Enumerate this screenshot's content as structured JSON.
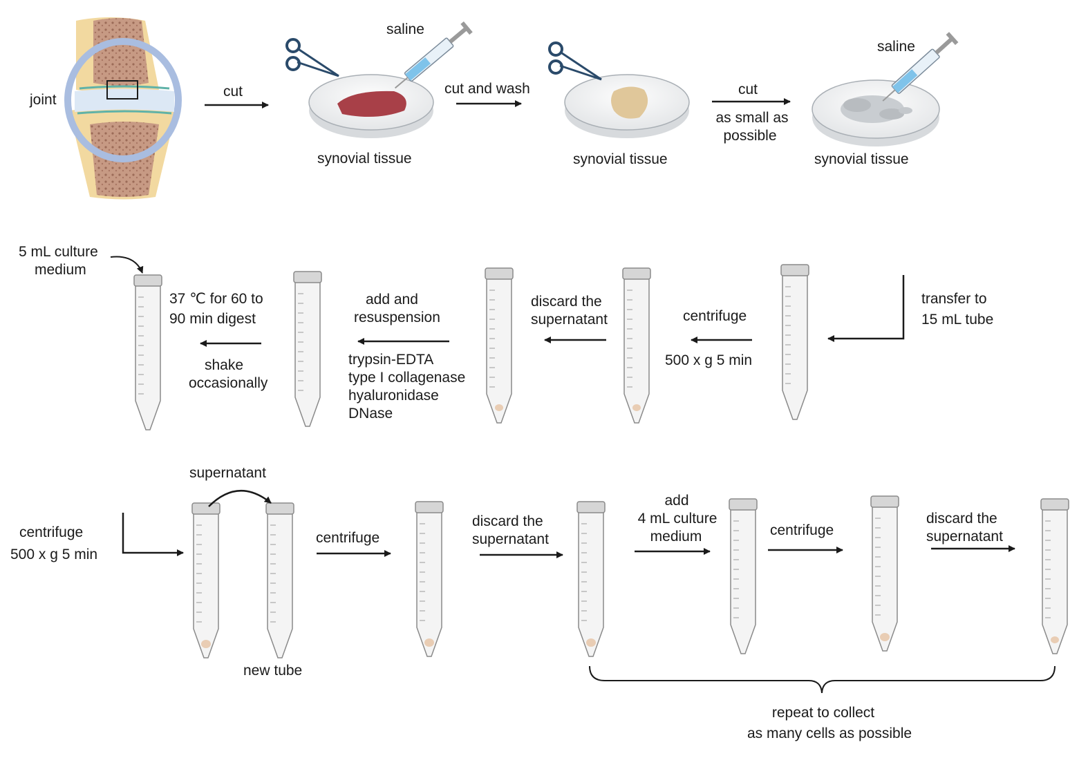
{
  "row1": {
    "joint_label": "joint",
    "cut_label": "cut",
    "saline_label_1": "saline",
    "tissue_label_1": "synovial tissue",
    "cut_wash_label": "cut and wash",
    "tissue_label_2": "synovial tissue",
    "cut_small_label": "cut",
    "as_small_line1": "as small as",
    "as_small_line2": "possible",
    "saline_label_2": "saline",
    "tissue_label_3": "synovial tissue"
  },
  "row2": {
    "culture_line1": "5 mL  culture",
    "culture_line2": "medium",
    "digest_line1": "37 ℃ for 60 to",
    "digest_line2": "90 min digest",
    "shake_line1": "shake",
    "shake_line2": "occasionally",
    "add_line1": "add and",
    "add_line2": "resuspension",
    "enzyme_1": "trypsin-EDTA",
    "enzyme_2": "type I collagenase",
    "enzyme_3": "hyaluronidase",
    "enzyme_4": "DNase",
    "discard_line1": "discard the",
    "discard_line2": "supernatant",
    "centrifuge_label": "centrifuge",
    "centrifuge_params": "500 x g 5 min",
    "transfer_line1": "transfer to",
    "transfer_line2": "15 mL tube"
  },
  "row3": {
    "centrifuge_label": "centrifuge",
    "centrifuge_params": "500 x g 5 min",
    "supernatant_label": "supernatant",
    "new_tube_label": "new tube",
    "centrifuge_2": "centrifuge",
    "discard_1_line1": "discard the",
    "discard_1_line2": "supernatant",
    "add_line1": "add",
    "add_line2": "4 mL  culture",
    "add_line3": "medium",
    "centrifuge_3": "centrifuge",
    "discard_2_line1": "discard the",
    "discard_2_line2": "supernatant",
    "repeat_line1": "repeat to collect",
    "repeat_line2": "as many cells as possible"
  },
  "colors": {
    "arrow": "#1a1a1a",
    "bone": "#c9a08a",
    "cartilage": "#aec9e6",
    "tissue_red": "#a84048",
    "tissue_tan": "#e0c79a",
    "tube_gray": "#d8d8d8",
    "pellet": "#e9cdb4"
  }
}
